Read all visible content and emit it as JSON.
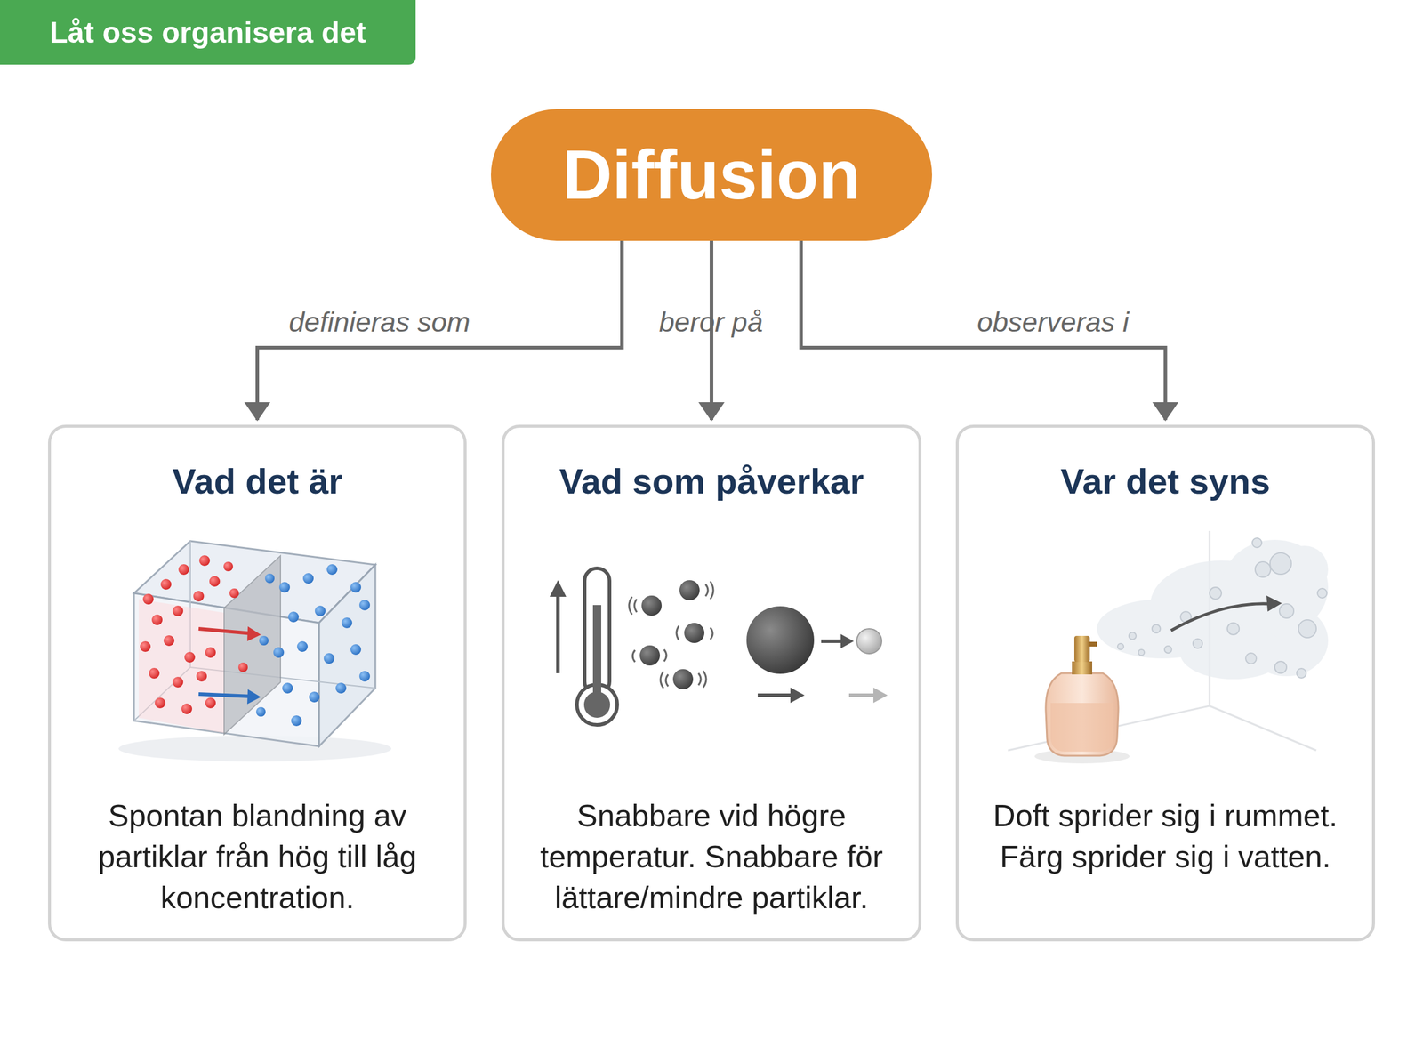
{
  "diagram": {
    "nodes": [
      {
        "text": [
          "Låt oss organisera det"
        ]
      },
      {
        "text": [
          "Diffusion"
        ]
      },
      {
        "text": [
          "Vad det är",
          "Spontan blandning av partiklar från hög till låg koncentration."
        ]
      },
      {
        "text": [
          "Vad som påverkar",
          "Snabbare vid högre temperatur. Snabbare för lättare/mindre partiklar."
        ]
      },
      {
        "text": [
          "Var det syns",
          "Doft sprider sig i rummet. Färg sprider sig i vatten."
        ]
      }
    ],
    "edges": [
      {
        "from": 1,
        "to": 2,
        "arrow": "to",
        "label": "definieras som"
      },
      {
        "from": 1,
        "to": 3,
        "arrow": "to",
        "label": "beror på"
      },
      {
        "from": 1,
        "to": 4,
        "arrow": "to",
        "label": "observeras i"
      }
    ]
  }
}
